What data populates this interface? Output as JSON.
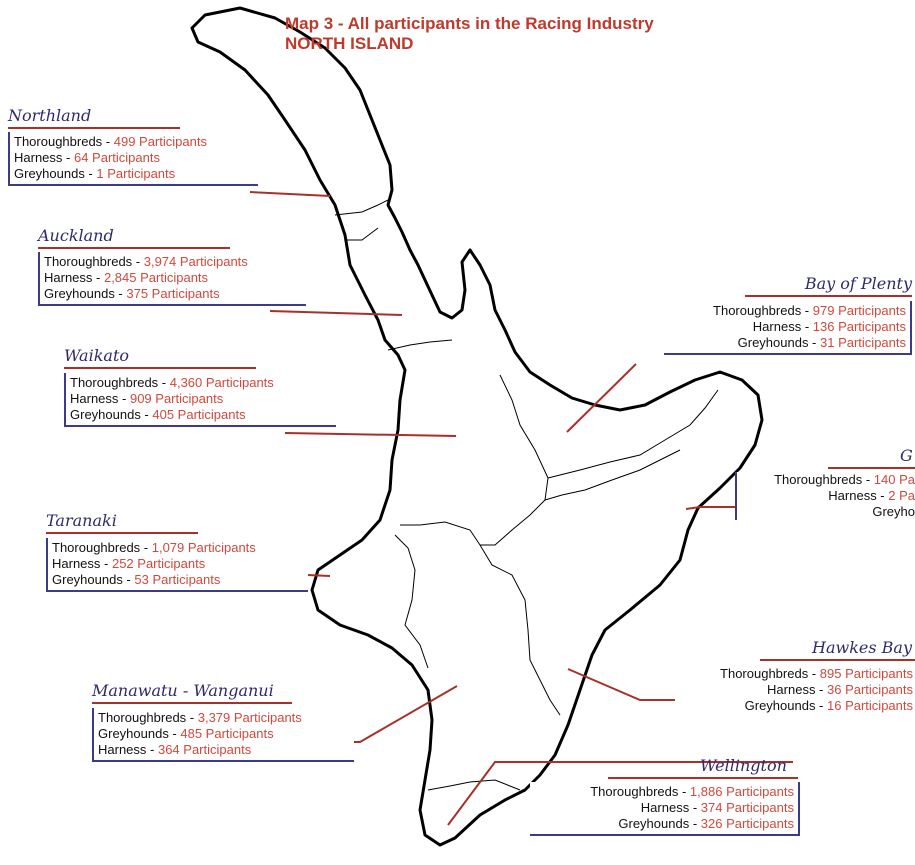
{
  "title": {
    "line1": "Map 3 - All participants in the Racing Industry",
    "line2": "NORTH ISLAND"
  },
  "colors": {
    "title": "#c0392b",
    "region_name": "#2e2a6e",
    "box_border": "#3c3a8c",
    "leader_line": "#a7312a",
    "value_text": "#d2483c"
  },
  "regions": [
    {
      "name": "Northland",
      "lines": [
        {
          "label": "Thoroughbreds - ",
          "value": "499 Participants"
        },
        {
          "label": "Harness - ",
          "value": "64 Participants"
        },
        {
          "label": "Greyhounds - ",
          "value": "1 Participants"
        }
      ]
    },
    {
      "name": "Auckland",
      "lines": [
        {
          "label": "Thoroughbreds - ",
          "value": "3,974 Participants"
        },
        {
          "label": "Harness - ",
          "value": "2,845 Participants"
        },
        {
          "label": "Greyhounds - ",
          "value": "375 Participants"
        }
      ]
    },
    {
      "name": "Waikato",
      "lines": [
        {
          "label": "Thoroughbreds - ",
          "value": "4,360 Participants"
        },
        {
          "label": "Harness - ",
          "value": "909 Participants"
        },
        {
          "label": "Greyhounds - ",
          "value": "405 Participants"
        }
      ]
    },
    {
      "name": "Taranaki",
      "lines": [
        {
          "label": "Thoroughbreds - ",
          "value": "1,079 Participants"
        },
        {
          "label": "Harness - ",
          "value": "252 Participants"
        },
        {
          "label": "Greyhounds - ",
          "value": "53 Participants"
        }
      ]
    },
    {
      "name": "Manawatu - Wanganui",
      "lines": [
        {
          "label": "Thoroughbreds - ",
          "value": "3,379 Participants"
        },
        {
          "label": "Greyhounds - ",
          "value": "485 Participants"
        },
        {
          "label": "Harness - ",
          "value": "364 Participants"
        }
      ]
    },
    {
      "name": "Bay of Plenty",
      "lines": [
        {
          "label": "Thoroughbreds - ",
          "value": "979 Participants"
        },
        {
          "label": "Harness - ",
          "value": "136 Participants"
        },
        {
          "label": "Greyhounds - ",
          "value": "31 Participants"
        }
      ]
    },
    {
      "name": "G",
      "lines": [
        {
          "label": "Thoroughbreds - ",
          "value": "140 Pa"
        },
        {
          "label": "Harness - ",
          "value": "2 Pa"
        },
        {
          "label": "Greyho",
          "value": ""
        }
      ]
    },
    {
      "name": "Hawkes Bay",
      "lines": [
        {
          "label": "Thoroughbreds - ",
          "value": "895 Participants"
        },
        {
          "label": "Harness - ",
          "value": "36 Participants"
        },
        {
          "label": "Greyhounds - ",
          "value": "16 Participants"
        }
      ]
    },
    {
      "name": "Wellington",
      "lines": [
        {
          "label": "Thoroughbreds - ",
          "value": "1,886 Participants"
        },
        {
          "label": "Harness - ",
          "value": "374 Participants"
        },
        {
          "label": "Greyhounds - ",
          "value": "326 Participants"
        }
      ]
    }
  ]
}
